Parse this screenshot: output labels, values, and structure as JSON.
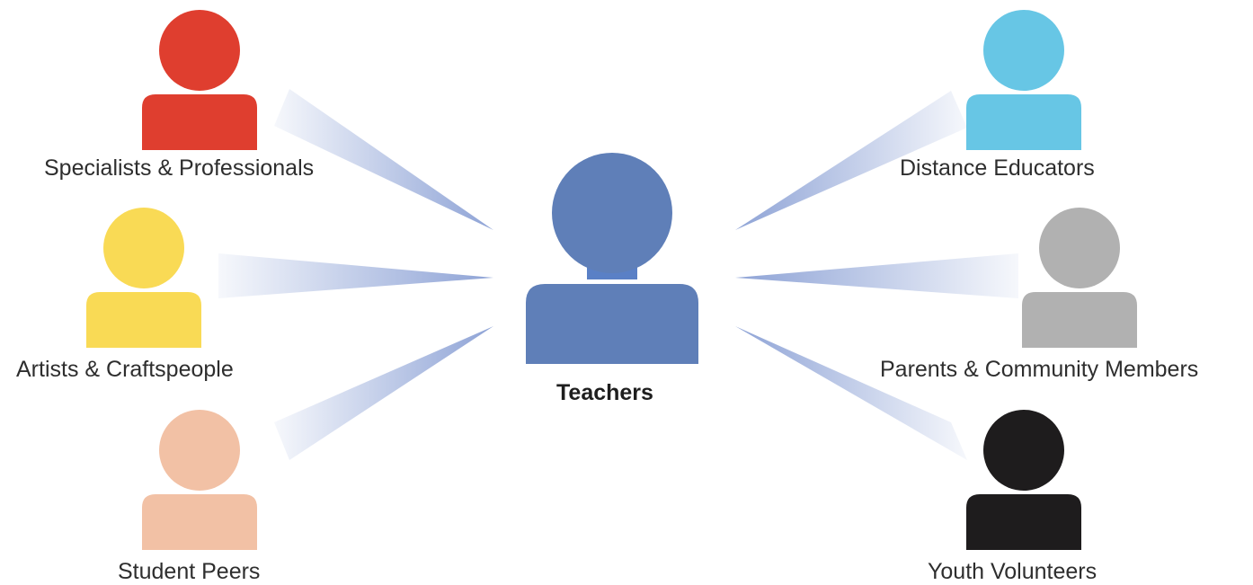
{
  "center": {
    "label": "Teachers",
    "color": "#5f7fb8",
    "neck_color": "#5a80c6"
  },
  "nodes": [
    {
      "id": "specialists",
      "label": "Specialists & Professionals",
      "color": "#df3e2f",
      "icon": "person-icon"
    },
    {
      "id": "artists",
      "label": "Artists & Craftspeople",
      "color": "#f9da55",
      "icon": "person-icon"
    },
    {
      "id": "student-peers",
      "label": "Student Peers",
      "color": "#f2c1a5",
      "icon": "person-icon"
    },
    {
      "id": "distance-educators",
      "label": "Distance Educators",
      "color": "#67c6e5",
      "icon": "person-icon"
    },
    {
      "id": "parents",
      "label": "Parents & Community Members",
      "color": "#b1b1b1",
      "icon": "person-icon"
    },
    {
      "id": "youth-volunteers",
      "label": "Youth Volunteers",
      "color": "#1e1c1d",
      "icon": "person-icon"
    }
  ],
  "connector_color": "#8ea3d6"
}
